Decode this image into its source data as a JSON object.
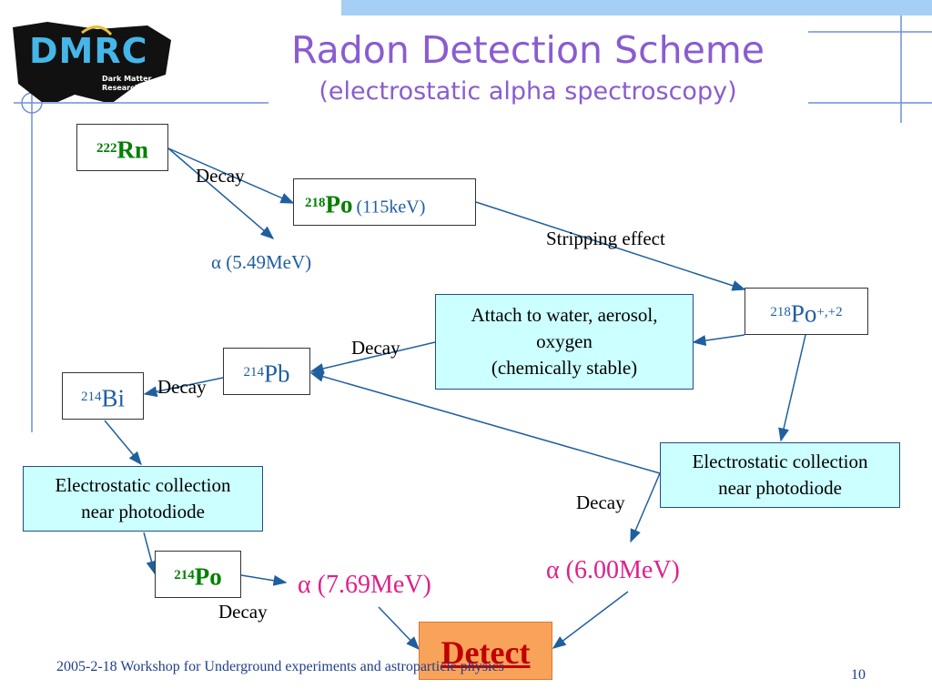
{
  "header": {
    "title": "Radon Detection Scheme",
    "subtitle": "(electrostatic alpha spectroscopy)",
    "logo_main": "DMRC",
    "logo_sub1": "Dark Matter",
    "logo_sub2": "Research Center"
  },
  "nodes": {
    "rn222": {
      "mass": "222",
      "symbol": "Rn"
    },
    "po218": {
      "mass": "218",
      "symbol": "Po",
      "energy": "(115keV)"
    },
    "po218_ion": {
      "mass": "218",
      "symbol": "Po",
      "charge": "+,+2"
    },
    "pb214": {
      "mass": "214",
      "symbol": "Pb"
    },
    "bi214": {
      "mass": "214",
      "symbol": "Bi"
    },
    "po214": {
      "mass": "214",
      "symbol": "Po"
    }
  },
  "boxes": {
    "attach_line1": "Attach to water, aerosol,",
    "attach_line2": "oxygen",
    "attach_line3": "(chemically stable)",
    "collect_right_line1": "Electrostatic collection",
    "collect_right_line2": "near photodiode",
    "collect_left_line1": "Electrostatic collection",
    "collect_left_line2": "near photodiode",
    "detect": "Detect"
  },
  "labels": {
    "decay_rn": "Decay",
    "alpha_549": "α (5.49MeV)",
    "stripping": "Stripping effect",
    "decay_attach": "Decay",
    "decay_pb": "Decay",
    "decay_right": "Decay",
    "alpha_600": "α (6.00MeV)",
    "alpha_769": "α (7.69MeV)",
    "decay_po214": "Decay"
  },
  "footer": {
    "text": "2005-2-18  Workshop for Underground experiments and astroparticle physics",
    "page": "10"
  },
  "colors": {
    "title": "#8a5ccf",
    "accent_bar": "#a6cff5",
    "arrow": "#1f5fa0",
    "box_fill": "#ccffff",
    "detect_fill": "#f9a25a"
  }
}
